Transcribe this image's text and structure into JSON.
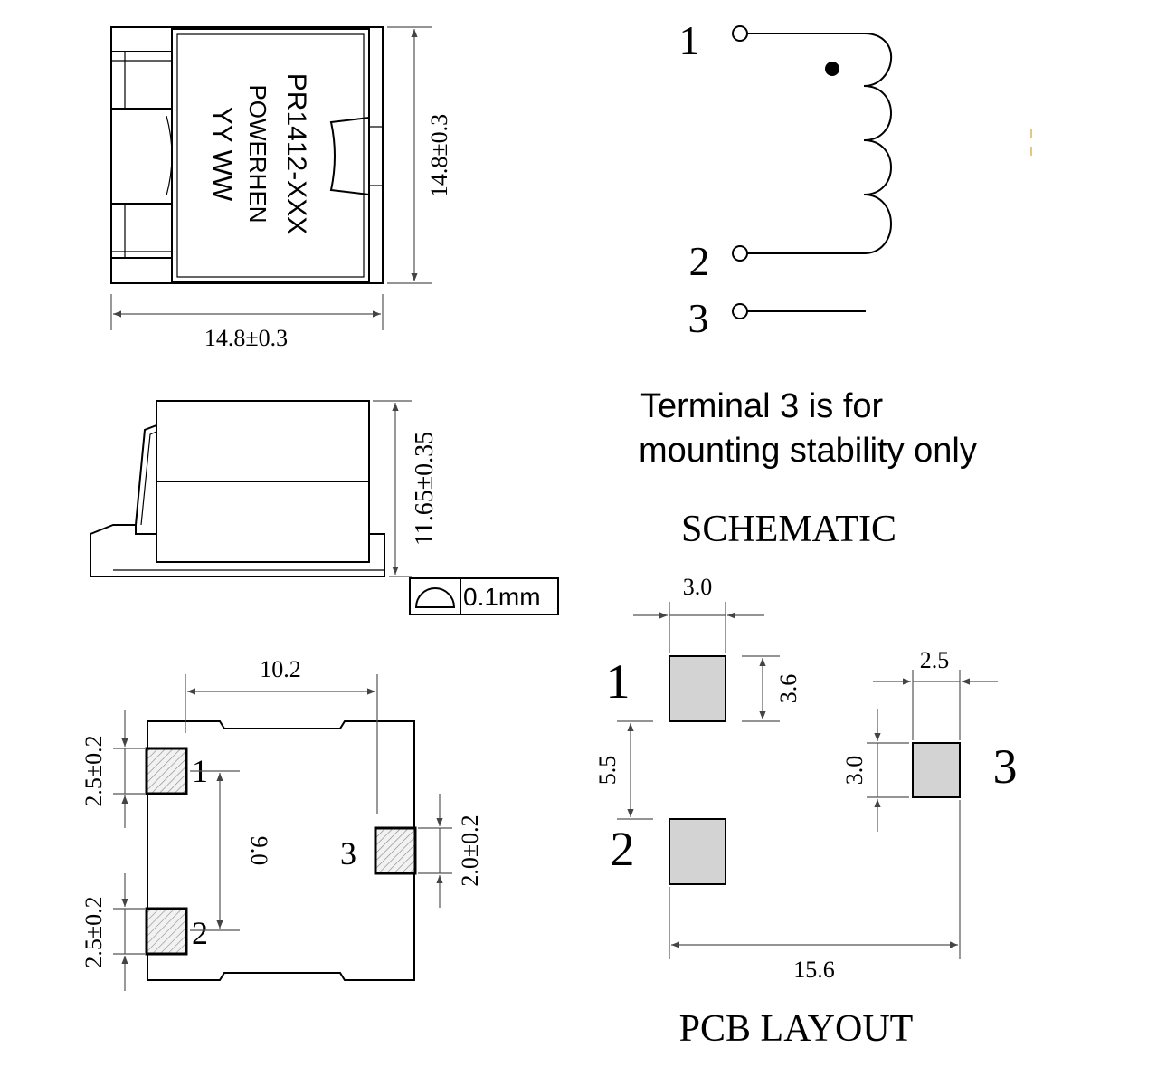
{
  "top_view": {
    "marking_lines": [
      "PR1412-XXX",
      "POWERHEN",
      "YY WW"
    ],
    "width_dim": "14.8±0.3",
    "height_dim": "14.8±0.3"
  },
  "side_view": {
    "height_dim": "11.65±0.35",
    "coplanarity_value": "0.1mm"
  },
  "bottom_view": {
    "pitch_dim": "10.2",
    "spacing_dim": "9.0",
    "pad_dim_upper": "2.5±0.2",
    "pad_dim_lower": "2.5±0.2",
    "pad3_dim": "2.0±0.2",
    "pin_labels": [
      "1",
      "2",
      "3"
    ]
  },
  "schematic": {
    "pin_labels": [
      "1",
      "2",
      "3"
    ],
    "note_line1": "Terminal 3 is for",
    "note_line2": "mounting stability only",
    "title": "SCHEMATIC"
  },
  "pcb_layout": {
    "pad_width_dim": "3.0",
    "pad_height_dim": "3.6",
    "pad_gap_dim": "5.5",
    "pad3_width_dim": "2.5",
    "pad3_height_dim": "3.0",
    "overall_dim": "15.6",
    "pin_labels": [
      "1",
      "2",
      "3"
    ],
    "title": "PCB LAYOUT"
  }
}
